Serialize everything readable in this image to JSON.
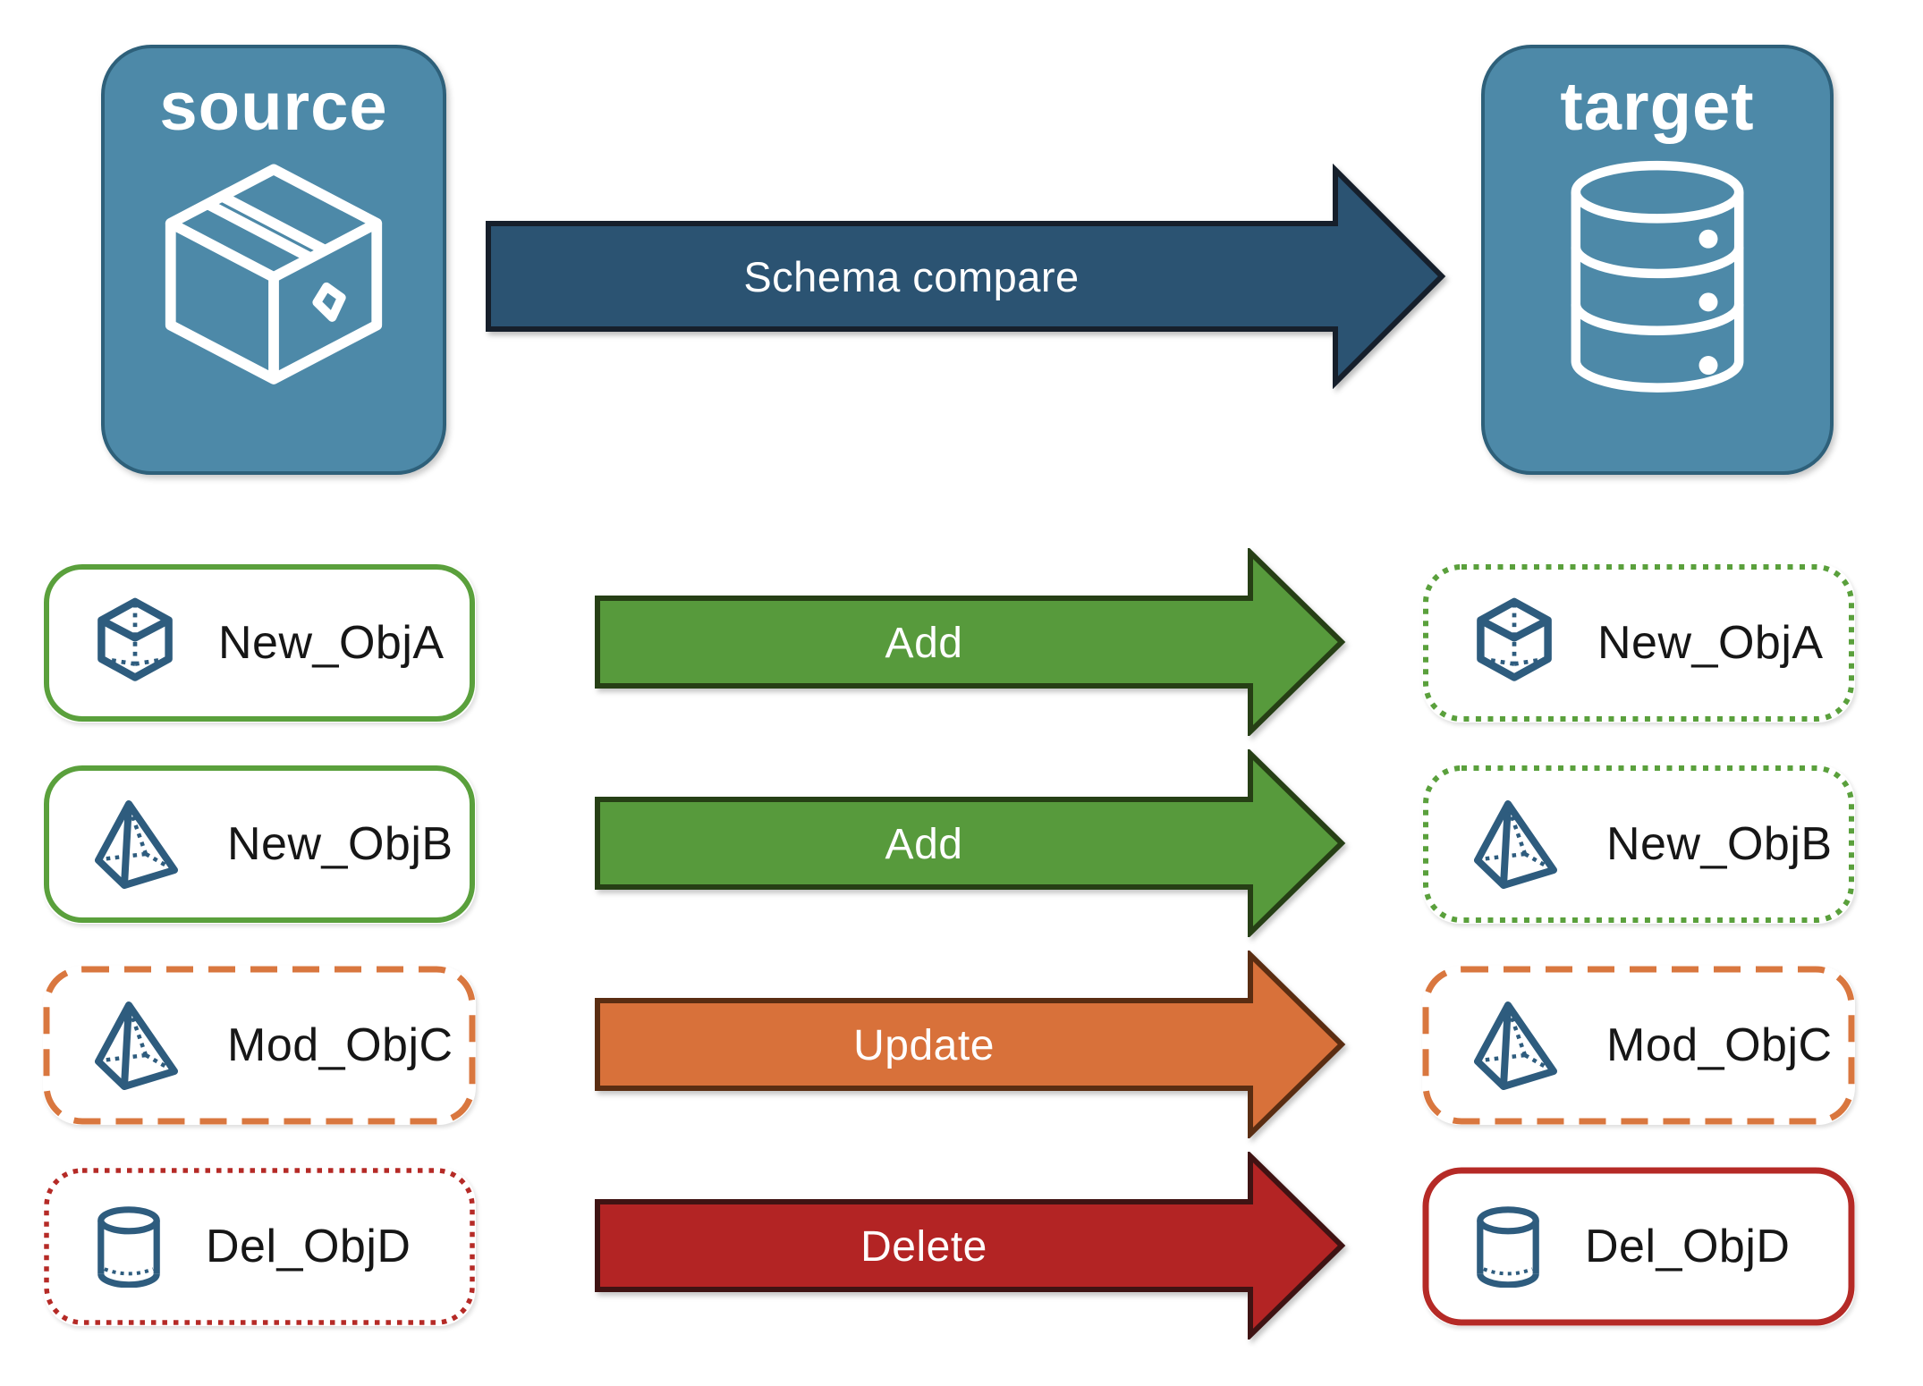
{
  "diagram": {
    "source_panel": {
      "title": "source",
      "icon": "package-icon"
    },
    "target_panel": {
      "title": "target",
      "icon": "database-icon"
    },
    "main_arrow": {
      "label": "Schema compare"
    },
    "rows": [
      {
        "label": "New_ObjA",
        "icon": "cube-icon",
        "arrow_label": "Add",
        "action": "add",
        "source_border_style": "solid green",
        "target_border_style": "dotted green"
      },
      {
        "label": "New_ObjB",
        "icon": "pyramid-icon",
        "arrow_label": "Add",
        "action": "add",
        "source_border_style": "solid green",
        "target_border_style": "dotted green"
      },
      {
        "label": "Mod_ObjC",
        "icon": "pyramid-icon",
        "arrow_label": "Update",
        "action": "update",
        "source_border_style": "dashed orange",
        "target_border_style": "dashed orange"
      },
      {
        "label": "Del_ObjD",
        "icon": "cylinder-icon",
        "arrow_label": "Delete",
        "action": "delete",
        "source_border_style": "dotted red",
        "target_border_style": "solid red"
      }
    ]
  },
  "colors": {
    "panel-fill": "#4d89a8",
    "panel-border": "#2e607a",
    "panel-text": "#ffffff",
    "icon-blue": "#2e5c7e",
    "main-arrow-fill": "#2b5372",
    "main-arrow-stroke": "#161f2b",
    "add-fill": "#579a3c",
    "add-stroke": "#263f15",
    "update-fill": "#d8713a",
    "update-stroke": "#5a2d12",
    "delete-fill": "#b32424",
    "delete-stroke": "#3f1313",
    "green-accent": "#5aa03c",
    "orange-accent": "#d9773f",
    "red-accent": "#b52a26",
    "label-color": "#161616"
  }
}
